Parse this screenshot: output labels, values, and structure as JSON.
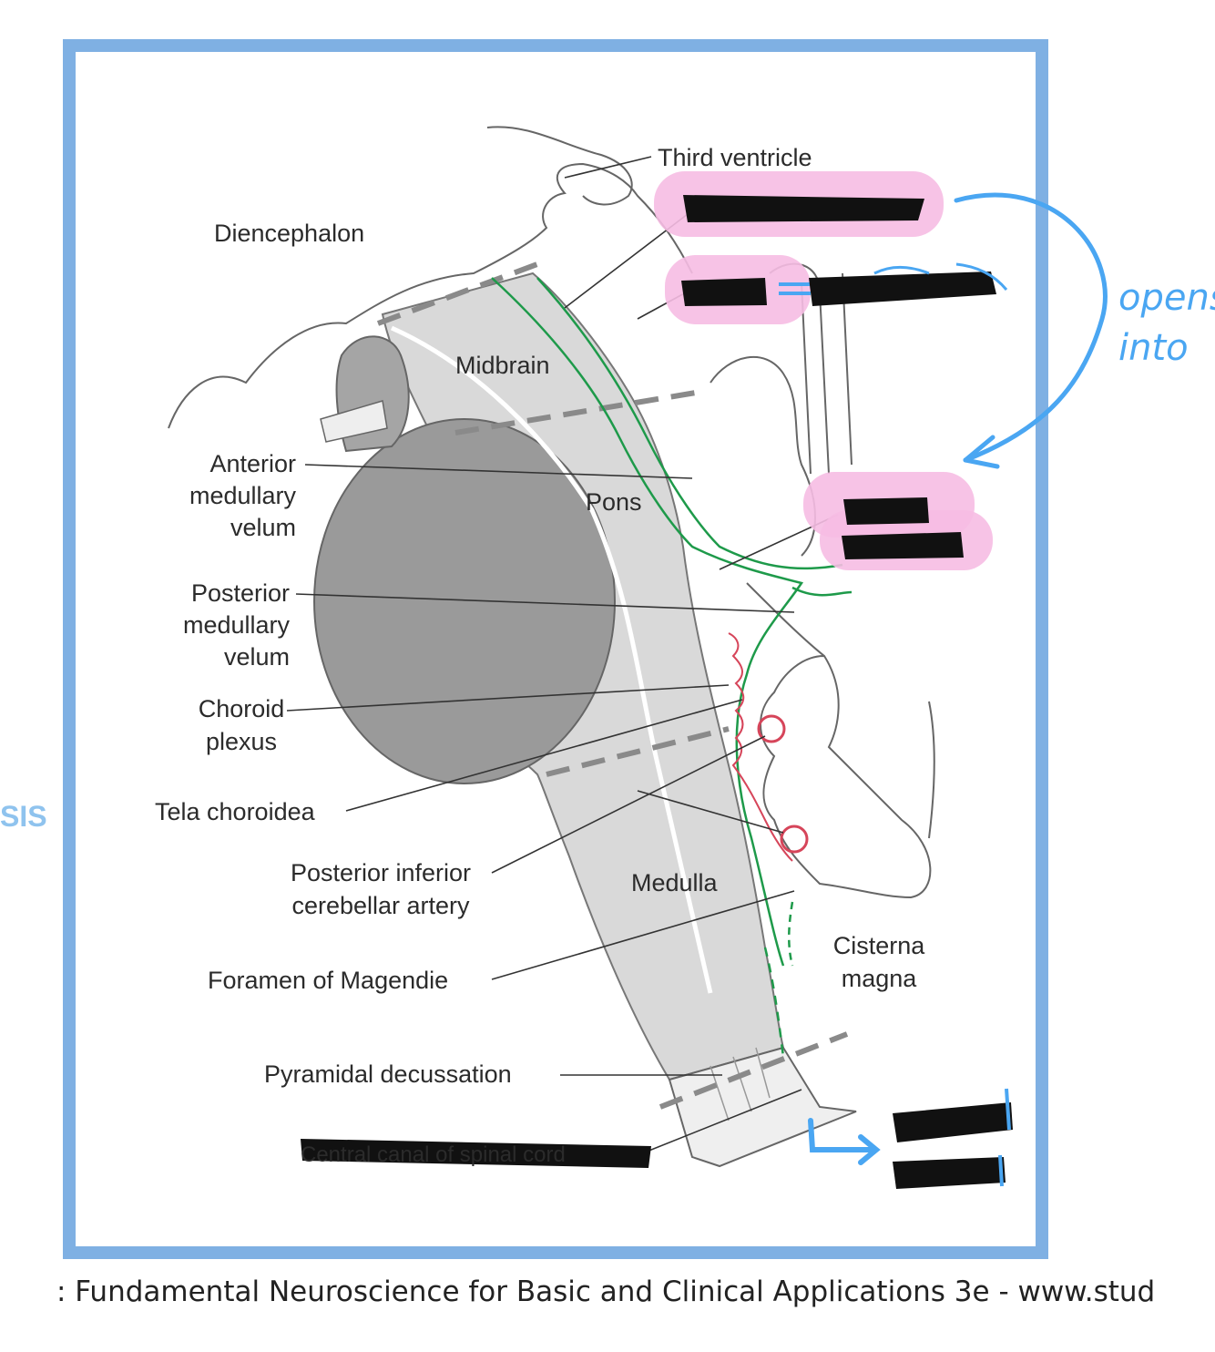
{
  "diagram": {
    "regions": {
      "diencephalon": "Diencephalon",
      "midbrain": "Midbrain",
      "pons": "Pons",
      "medulla": "Medulla",
      "cisterna_magna": "Cisterna\nmagna"
    },
    "labels": {
      "third_ventricle": "Third ventricle",
      "anterior_medullary_velum": "Anterior\nmedullary\nvelum",
      "posterior_medullary_velum": "Posterior\nmedullary\nvelum",
      "choroid_plexus": "Choroid\nplexus",
      "tela_choroidea": "Tela choroidea",
      "posterior_inferior_cerebellar_artery": "Posterior inferior\ncerebellar artery",
      "foramen_of_magendie": "Foramen of Magendie",
      "pyramidal_decussation": "Pyramidal decussation",
      "central_canal_of_spinal_cord": "Central canal of spinal cord"
    },
    "annotations": {
      "opens_into": "opens\ninto"
    }
  },
  "caption": ": Fundamental Neuroscience for Basic and Clinical Applications 3e - www.stud",
  "watermark": "SIS",
  "colors": {
    "frame": "#7fb0e3",
    "highlight": "#f6bde3",
    "handwriting": "#4aa6f2",
    "pia_line": "#1e9a4a",
    "choroid": "#d6455a"
  }
}
